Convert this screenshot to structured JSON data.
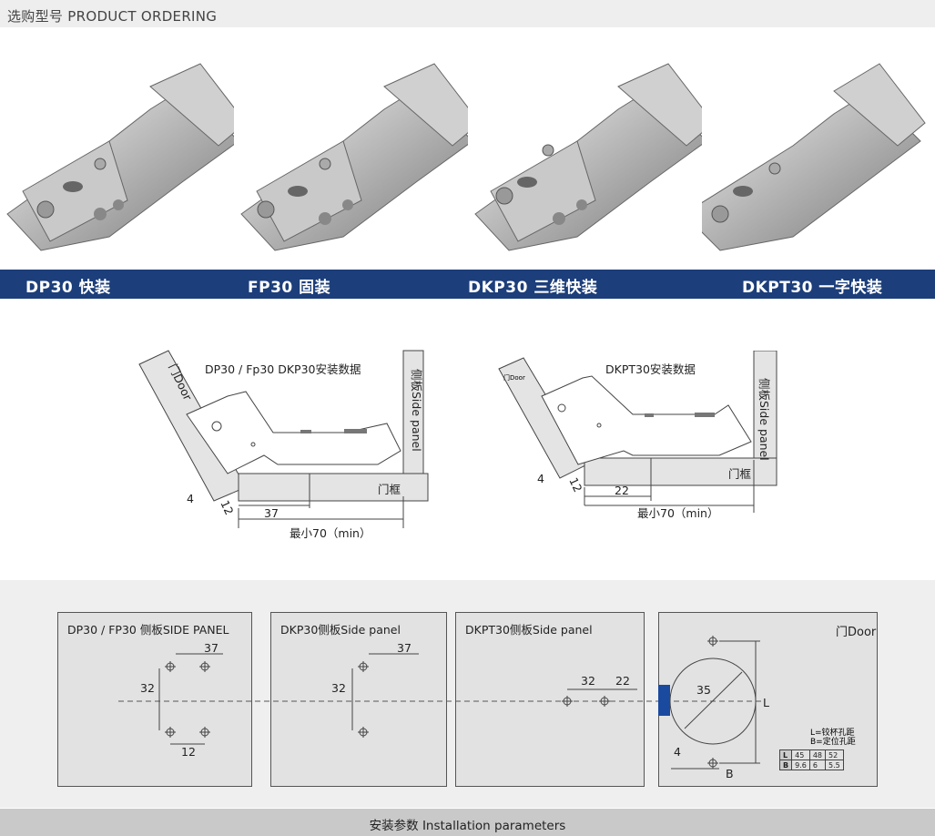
{
  "header": {
    "title": "选购型号 PRODUCT ORDERING"
  },
  "products": [
    {
      "label": "DP30 快装"
    },
    {
      "label": "FP30 固装"
    },
    {
      "label": "DKP30 三维快装"
    },
    {
      "label": "DKPT30 一字快装"
    }
  ],
  "install_diagrams": {
    "left": {
      "title": "DP30 / Fp30 DKP30安装数据",
      "door": "门Door",
      "side_panel": "侧板Side panel",
      "frame": "门框",
      "dim_4": "4",
      "dim_12": "12",
      "dim_37": "37",
      "min_label": "最小70（min）"
    },
    "right": {
      "title": "DKPT30安装数据",
      "door": "门Door",
      "side_panel": "侧板Side panel",
      "frame": "门框",
      "dim_4": "4",
      "dim_12": "12",
      "dim_22": "22",
      "min_label": "最小70（min）"
    }
  },
  "params": {
    "panels": [
      {
        "title": "DP30 / FP30 侧板SIDE PANEL",
        "dim_37": "37",
        "dim_32": "32",
        "dim_12": "12"
      },
      {
        "title": "DKP30侧板Side panel",
        "dim_37": "37",
        "dim_32": "32"
      },
      {
        "title": "DKPT30侧板Side panel",
        "dim_32": "32",
        "dim_22": "22"
      }
    ],
    "door_panel": {
      "title": "门Door",
      "dim_35": "35",
      "dim_L": "L",
      "dim_4": "4",
      "dim_B": "B",
      "legend_L": "L=铰杯孔距",
      "legend_B": "B=定位孔距",
      "table": {
        "rows": [
          {
            "key": "L",
            "values": [
              "45",
              "48",
              "52"
            ]
          },
          {
            "key": "B",
            "values": [
              "9.6",
              "6",
              "5.5"
            ]
          }
        ]
      }
    }
  },
  "footer": {
    "label": "安装参数 Installation parameters"
  },
  "colors": {
    "band": "#1c3e7a",
    "accent_blue": "#1a4aa0",
    "panel_bg": "#e2e2e2"
  }
}
